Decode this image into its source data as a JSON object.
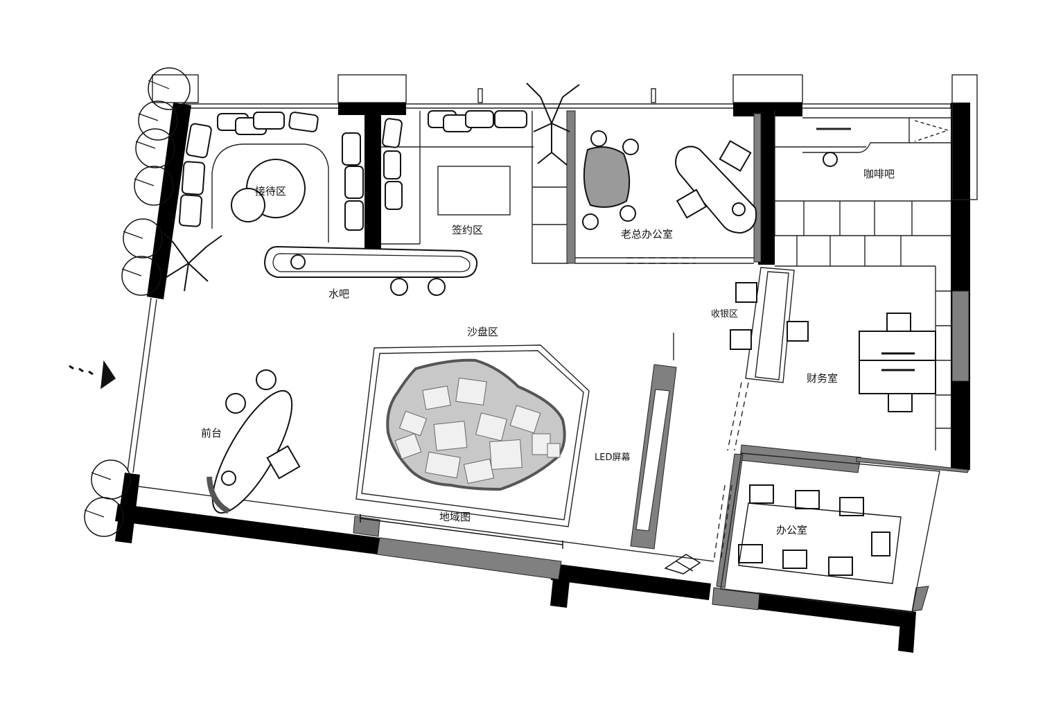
{
  "plan": {
    "rooms": {
      "reception": "接待区",
      "signing": "签约区",
      "boss_office": "老总办公室",
      "coffee_bar": "咖啡吧",
      "water_bar": "水吧",
      "cashier": "收银区",
      "sand_table": "沙盘区",
      "finance": "财务室",
      "front_desk": "前台",
      "led_screen": "LED屏幕",
      "regional_map": "地域图",
      "office": "办公室"
    },
    "colors": {
      "wall": "#000000",
      "glass": "#808080",
      "line": "#222222",
      "model": "#9a9a9a"
    }
  }
}
